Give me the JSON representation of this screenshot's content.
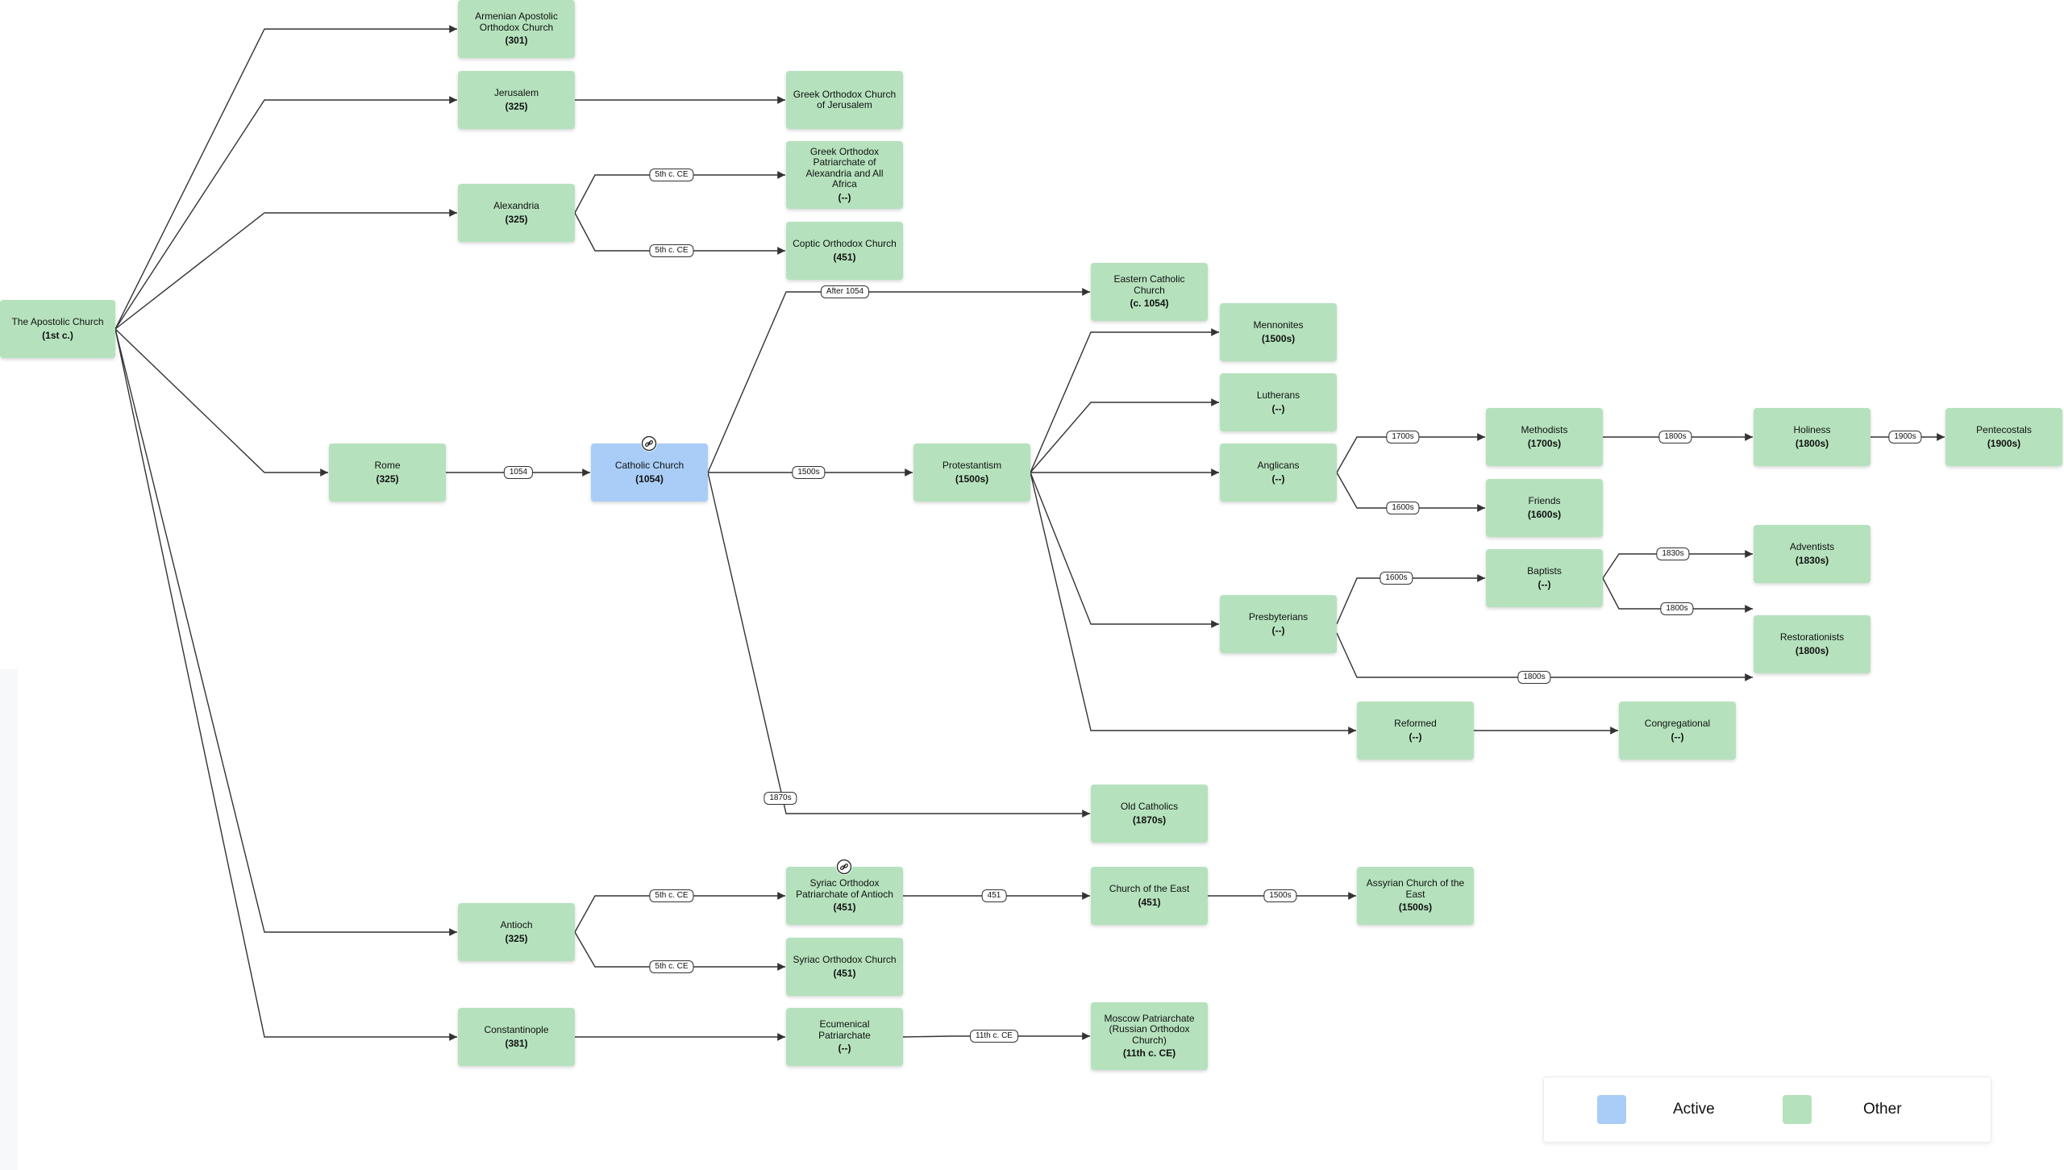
{
  "colors": {
    "active": "#a9cdf6",
    "other": "#b5e2bd",
    "edge": "#333333"
  },
  "legend": {
    "active_label": "Active",
    "other_label": "Other"
  },
  "icons": {
    "link": "link-icon"
  },
  "nodes": [
    {
      "id": "apostolic",
      "label": "The Apostolic Church",
      "date": "(1st c.)",
      "status": "other"
    },
    {
      "id": "armenian",
      "label": "Armenian Apostolic Orthodox Church",
      "date": "(301)",
      "status": "other"
    },
    {
      "id": "jerusalem",
      "label": "Jerusalem",
      "date": "(325)",
      "status": "other"
    },
    {
      "id": "greek_jer",
      "label": "Greek Orthodox Church of Jerusalem",
      "date": "",
      "status": "other"
    },
    {
      "id": "alexandria",
      "label": "Alexandria",
      "date": "(325)",
      "status": "other"
    },
    {
      "id": "greek_alex",
      "label": "Greek Orthodox Patriarchate of Alexandria and All Africa",
      "date": "(--)",
      "status": "other"
    },
    {
      "id": "coptic",
      "label": "Coptic Orthodox Church",
      "date": "(451)",
      "status": "other"
    },
    {
      "id": "eastern_cath",
      "label": "Eastern Catholic Church",
      "date": "(c. 1054)",
      "status": "other"
    },
    {
      "id": "rome",
      "label": "Rome",
      "date": "(325)",
      "status": "other"
    },
    {
      "id": "catholic",
      "label": "Catholic Church",
      "date": "(1054)",
      "status": "active"
    },
    {
      "id": "protestantism",
      "label": "Protestantism",
      "date": "(1500s)",
      "status": "other"
    },
    {
      "id": "mennonites",
      "label": "Mennonites",
      "date": "(1500s)",
      "status": "other"
    },
    {
      "id": "lutherans",
      "label": "Lutherans",
      "date": "(--)",
      "status": "other"
    },
    {
      "id": "anglicans",
      "label": "Anglicans",
      "date": "(--)",
      "status": "other"
    },
    {
      "id": "methodists",
      "label": "Methodists",
      "date": "(1700s)",
      "status": "other"
    },
    {
      "id": "friends",
      "label": "Friends",
      "date": "(1600s)",
      "status": "other"
    },
    {
      "id": "holiness",
      "label": "Holiness",
      "date": "(1800s)",
      "status": "other"
    },
    {
      "id": "pentecostals",
      "label": "Pentecostals",
      "date": "(1900s)",
      "status": "other"
    },
    {
      "id": "baptists",
      "label": "Baptists",
      "date": "(--)",
      "status": "other"
    },
    {
      "id": "adventists",
      "label": "Adventists",
      "date": "(1830s)",
      "status": "other"
    },
    {
      "id": "restorationists",
      "label": "Restorationists",
      "date": "(1800s)",
      "status": "other"
    },
    {
      "id": "presbyterians",
      "label": "Presbyterians",
      "date": "(--)",
      "status": "other"
    },
    {
      "id": "reformed",
      "label": "Reformed",
      "date": "(--)",
      "status": "other"
    },
    {
      "id": "congregational",
      "label": "Congregational",
      "date": "(--)",
      "status": "other"
    },
    {
      "id": "old_catholics",
      "label": "Old Catholics",
      "date": "(1870s)",
      "status": "other"
    },
    {
      "id": "antioch",
      "label": "Antioch",
      "date": "(325)",
      "status": "other"
    },
    {
      "id": "syriac_patr",
      "label": "Syriac Orthodox Patriarchate of Antioch",
      "date": "(451)",
      "status": "other"
    },
    {
      "id": "church_east",
      "label": "Church of the East",
      "date": "(451)",
      "status": "other"
    },
    {
      "id": "assyrian",
      "label": "Assyrian Church of the East",
      "date": "(1500s)",
      "status": "other"
    },
    {
      "id": "syriac_church",
      "label": "Syriac Orthodox Church",
      "date": "(451)",
      "status": "other"
    },
    {
      "id": "constantinople",
      "label": "Constantinople",
      "date": "(381)",
      "status": "other"
    },
    {
      "id": "ecumenical",
      "label": "Ecumenical Patriarchate",
      "date": "(--)",
      "status": "other"
    },
    {
      "id": "moscow",
      "label": "Moscow Patriarchate (Russian Orthodox Church)",
      "date": "(11th c. CE)",
      "status": "other"
    }
  ],
  "edges": [
    {
      "from": "apostolic",
      "to": "armenian",
      "label": ""
    },
    {
      "from": "apostolic",
      "to": "jerusalem",
      "label": ""
    },
    {
      "from": "apostolic",
      "to": "alexandria",
      "label": ""
    },
    {
      "from": "apostolic",
      "to": "rome",
      "label": ""
    },
    {
      "from": "apostolic",
      "to": "antioch",
      "label": ""
    },
    {
      "from": "apostolic",
      "to": "constantinople",
      "label": ""
    },
    {
      "from": "jerusalem",
      "to": "greek_jer",
      "label": ""
    },
    {
      "from": "alexandria",
      "to": "greek_alex",
      "label": "5th c. CE"
    },
    {
      "from": "alexandria",
      "to": "coptic",
      "label": "5th c. CE"
    },
    {
      "from": "rome",
      "to": "catholic",
      "label": "1054"
    },
    {
      "from": "catholic",
      "to": "eastern_cath",
      "label": "After 1054"
    },
    {
      "from": "catholic",
      "to": "protestantism",
      "label": "1500s"
    },
    {
      "from": "catholic",
      "to": "old_catholics",
      "label": "1870s"
    },
    {
      "from": "protestantism",
      "to": "mennonites",
      "label": ""
    },
    {
      "from": "protestantism",
      "to": "lutherans",
      "label": ""
    },
    {
      "from": "protestantism",
      "to": "anglicans",
      "label": ""
    },
    {
      "from": "protestantism",
      "to": "presbyterians",
      "label": ""
    },
    {
      "from": "protestantism",
      "to": "reformed",
      "label": ""
    },
    {
      "from": "anglicans",
      "to": "methodists",
      "label": "1700s"
    },
    {
      "from": "anglicans",
      "to": "friends",
      "label": "1600s"
    },
    {
      "from": "methodists",
      "to": "holiness",
      "label": "1800s"
    },
    {
      "from": "holiness",
      "to": "pentecostals",
      "label": "1900s"
    },
    {
      "from": "presbyterians",
      "to": "baptists",
      "label": "1600s"
    },
    {
      "from": "presbyterians",
      "to": "restorationists",
      "label": "1800s"
    },
    {
      "from": "baptists",
      "to": "adventists",
      "label": "1830s"
    },
    {
      "from": "baptists",
      "to": "restorationists",
      "label": "1800s"
    },
    {
      "from": "reformed",
      "to": "congregational",
      "label": ""
    },
    {
      "from": "antioch",
      "to": "syriac_patr",
      "label": "5th c. CE"
    },
    {
      "from": "antioch",
      "to": "syriac_church",
      "label": "5th c. CE"
    },
    {
      "from": "syriac_patr",
      "to": "church_east",
      "label": "451"
    },
    {
      "from": "church_east",
      "to": "assyrian",
      "label": "1500s"
    },
    {
      "from": "constantinople",
      "to": "ecumenical",
      "label": ""
    },
    {
      "from": "ecumenical",
      "to": "moscow",
      "label": "11th c. CE"
    }
  ]
}
